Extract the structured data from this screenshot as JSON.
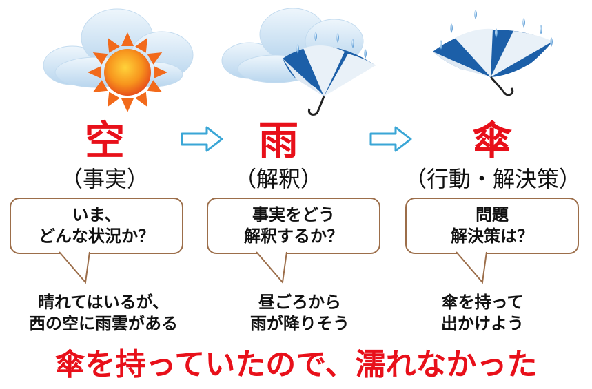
{
  "steps": [
    {
      "kanji": "空",
      "subtitle": "（事実）",
      "question_line1": "いま、",
      "question_line2": "どんな状況か？",
      "answer_line1": "晴れてはいるが、",
      "answer_line2": "西の空に雨雲がある",
      "icon": "cloud-sun"
    },
    {
      "kanji": "雨",
      "subtitle": "（解釈）",
      "question_line1": "事実をどう",
      "question_line2": "解釈するか？",
      "answer_line1": "昼ごろから",
      "answer_line2": "雨が降りそう",
      "icon": "cloud-umbrella"
    },
    {
      "kanji": "傘",
      "subtitle": "（行動・解決策）",
      "question_line1": "問題",
      "question_line2": "解決策は？",
      "answer_line1": "傘を持って",
      "answer_line2": "出かけよう",
      "icon": "umbrella-rain"
    }
  ],
  "conclusion": "傘を持っていたので、濡れなかった",
  "colors": {
    "accent_red": "#e8101a",
    "arrow_blue": "#3aa6d6",
    "bubble_border": "#9c6e4a",
    "umbrella_blue": "#1c5fa8",
    "cloud_blue": "#cfe4f4",
    "sun_orange": "#f26a1b"
  }
}
